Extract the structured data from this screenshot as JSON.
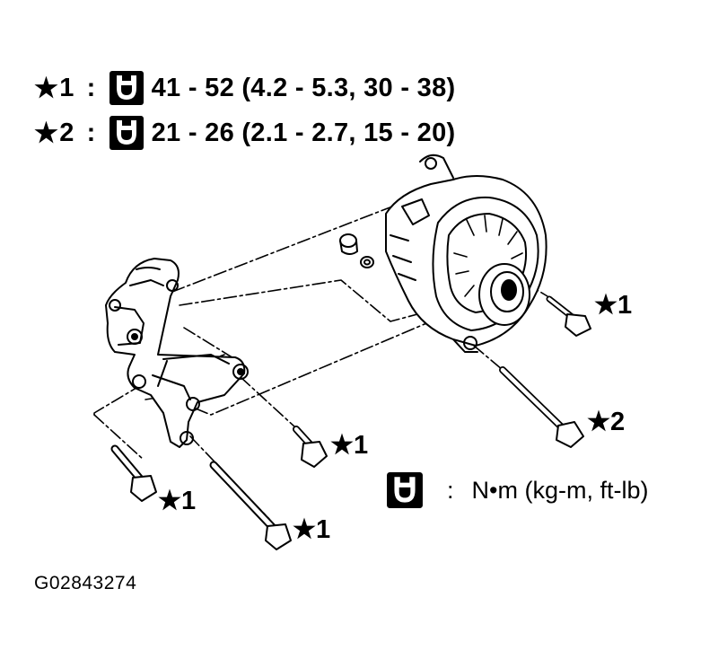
{
  "specs": [
    {
      "star": "★",
      "number": "1",
      "separator": ":",
      "value": "41 - 52 (4.2 - 5.3, 30 - 38)",
      "icon": "torque-wrench-icon"
    },
    {
      "star": "★",
      "number": "2",
      "separator": ":",
      "value": "21 - 26 (2.1 - 2.7, 15 - 20)",
      "icon": "torque-wrench-icon"
    }
  ],
  "callouts": [
    {
      "text": "★1"
    },
    {
      "text": "★2"
    },
    {
      "text": "★1"
    },
    {
      "text": "★1"
    },
    {
      "text": "★1"
    }
  ],
  "legend": {
    "separator": ":",
    "units": "N•m (kg-m, ft-lb)",
    "icon": "torque-wrench-icon"
  },
  "figure_id": "G02843274"
}
